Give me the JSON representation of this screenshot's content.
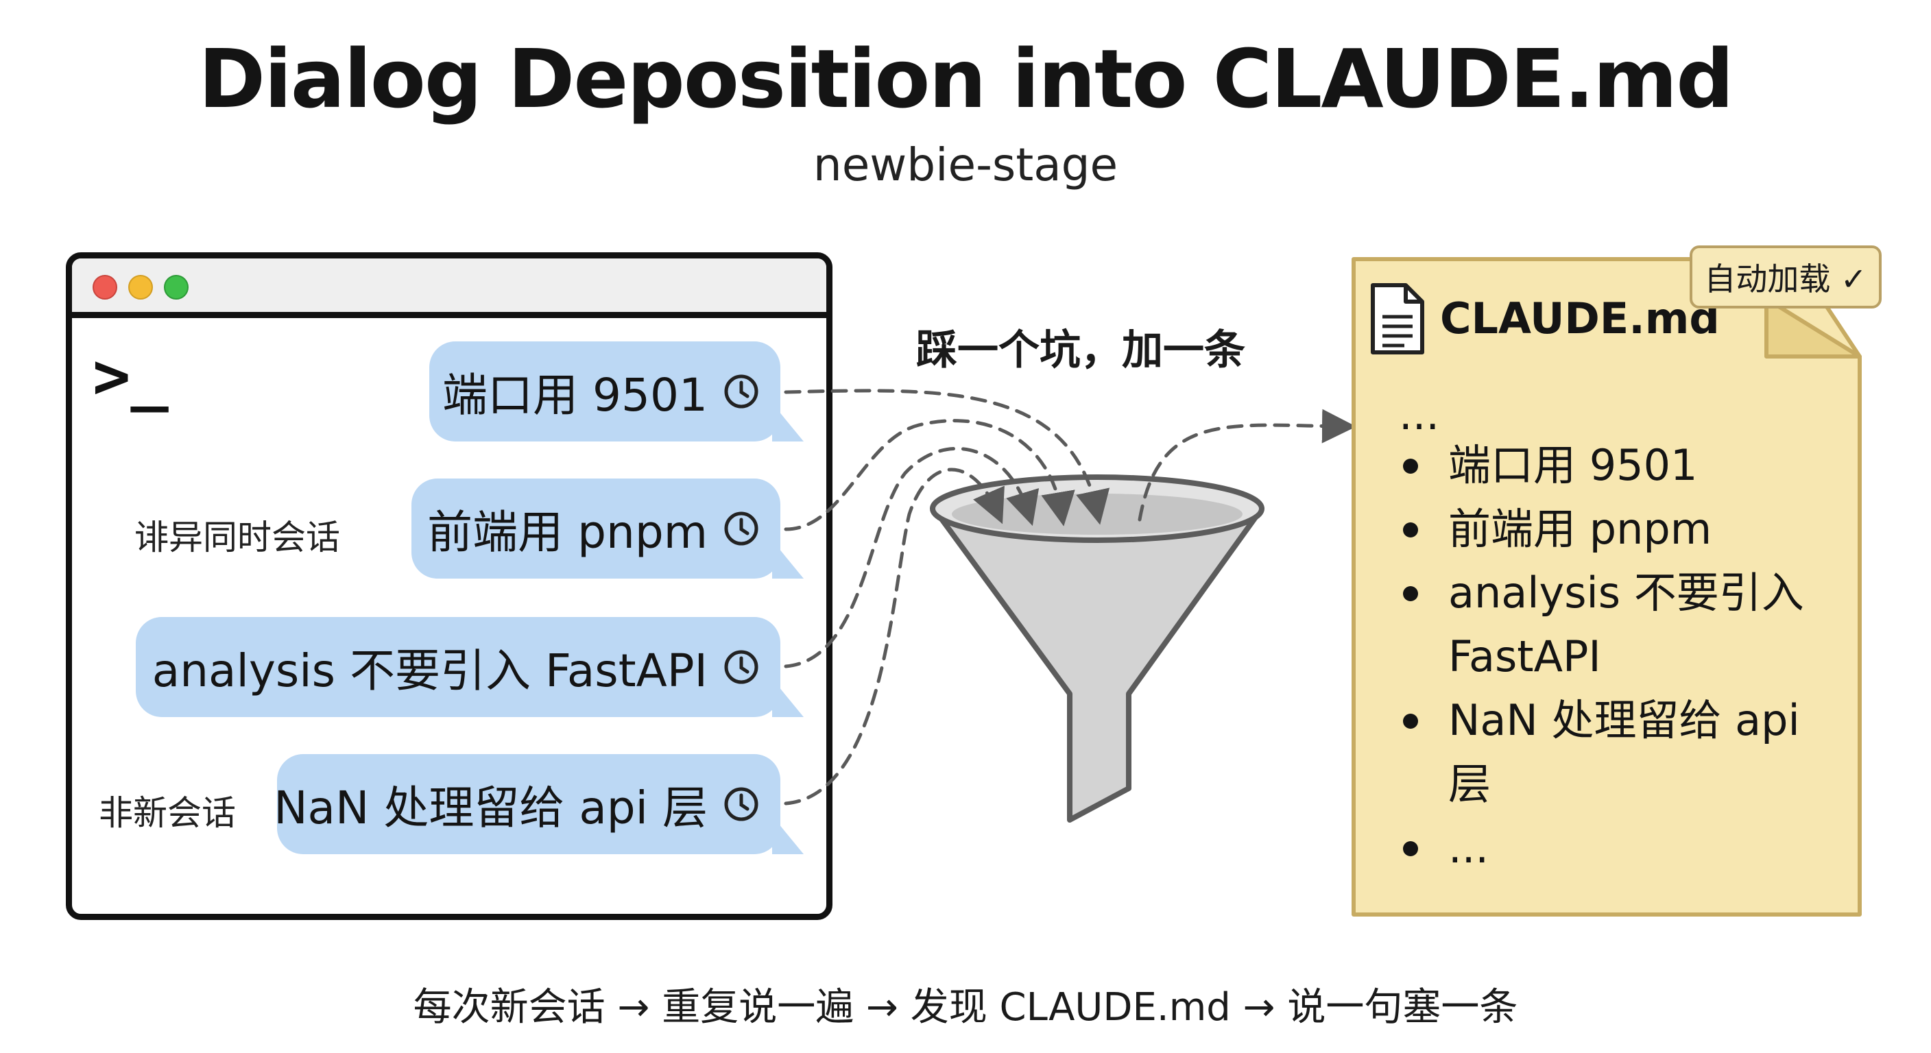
{
  "title": "Dialog Deposition into CLAUDE.md",
  "subtitle": "newbie-stage",
  "terminal": {
    "prompt": ">_",
    "labels": {
      "cross_session": "诽异同时会话",
      "non_new_session": "非新会话"
    },
    "messages": [
      {
        "text": "端口用 9501",
        "icon": "clock-icon"
      },
      {
        "text": "前端用 pnpm",
        "icon": "clock-icon"
      },
      {
        "text": "analysis 不要引入 FastAPI",
        "icon": "clock-icon"
      },
      {
        "text": "NaN 处理留给 api 层",
        "icon": "clock-icon"
      }
    ]
  },
  "annotation": "踩一个坑，加一条",
  "document": {
    "badge": "自动加载 ✓",
    "file_icon": "document-icon",
    "title": "CLAUDE.md",
    "lead": "...",
    "items": [
      "端口用 9501",
      "前端用 pnpm",
      "analysis 不要引入 FastAPI",
      "NaN 处理留给 api 层",
      "..."
    ]
  },
  "footer": "每次新会话 → 重复说一遍 → 发现 CLAUDE.md → 说一句塞一条",
  "colors": {
    "bubble": "#bcd8f4",
    "document_fill": "#f7e7b1",
    "document_border": "#c7ab62",
    "funnel_fill": "#d3d3d3",
    "funnel_stroke": "#5c5c5c",
    "dash": "#5a5a5a"
  }
}
